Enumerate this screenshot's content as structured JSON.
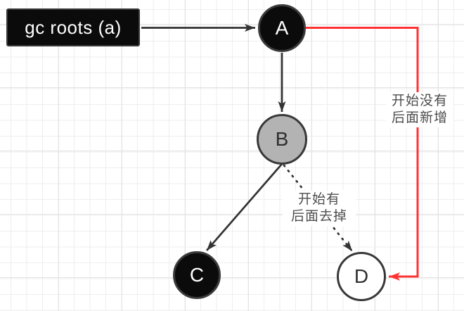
{
  "colors": {
    "red": "#ff3333",
    "edge": "#333333",
    "node-black": "#0b0b0b",
    "node-black-border": "#3a3a3a",
    "node-gray": "#b3b3b3",
    "node-border": "#383838",
    "label-text": "#4d4d4d",
    "text-on-dark": "#ffffff",
    "text-on-light": "#2f2f2f",
    "grid-minor": "#eeeeee",
    "grid-major": "#e3e3e3"
  },
  "diagram": {
    "root": {
      "label": "gc roots (a)"
    },
    "nodes": {
      "a": {
        "label": "A"
      },
      "b": {
        "label": "B"
      },
      "c": {
        "label": "C"
      },
      "d": {
        "label": "D"
      }
    },
    "annotations": {
      "red_edge": {
        "line1": "开始没有",
        "line2": "后面新增"
      },
      "dotted_edge": {
        "line1": "开始有",
        "line2": "后面去掉"
      }
    }
  }
}
